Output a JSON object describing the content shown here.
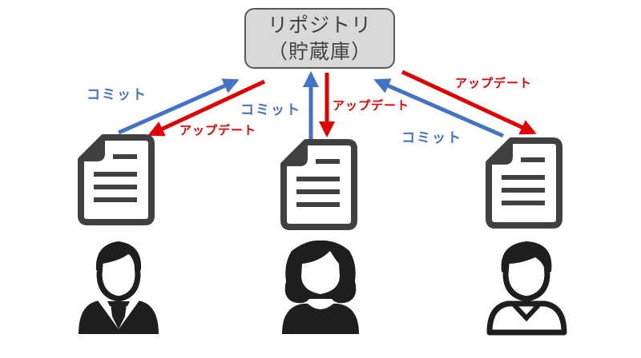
{
  "repository": {
    "title": "リポジトリ",
    "subtitle": "（貯蔵庫）"
  },
  "colors": {
    "commit": "#4472c4",
    "update": "#e00000",
    "icon": "#404040",
    "box_fill": "#d9d9d9"
  },
  "users": [
    {
      "icon": "male-user-icon-with-tie",
      "document_icon": "document-icon"
    },
    {
      "icon": "female-user-icon",
      "document_icon": "document-icon"
    },
    {
      "icon": "male-user-icon",
      "document_icon": "document-icon"
    }
  ],
  "flows": [
    {
      "from": "user-1",
      "to": "repository",
      "label": "コミット"
    },
    {
      "from": "repository",
      "to": "user-1",
      "label": "アップデート"
    },
    {
      "from": "user-2",
      "to": "repository",
      "label": "コミット"
    },
    {
      "from": "repository",
      "to": "user-2",
      "label": "アップデート"
    },
    {
      "from": "user-3",
      "to": "repository",
      "label": "コミット"
    },
    {
      "from": "repository",
      "to": "user-3",
      "label": "アップデート"
    }
  ]
}
